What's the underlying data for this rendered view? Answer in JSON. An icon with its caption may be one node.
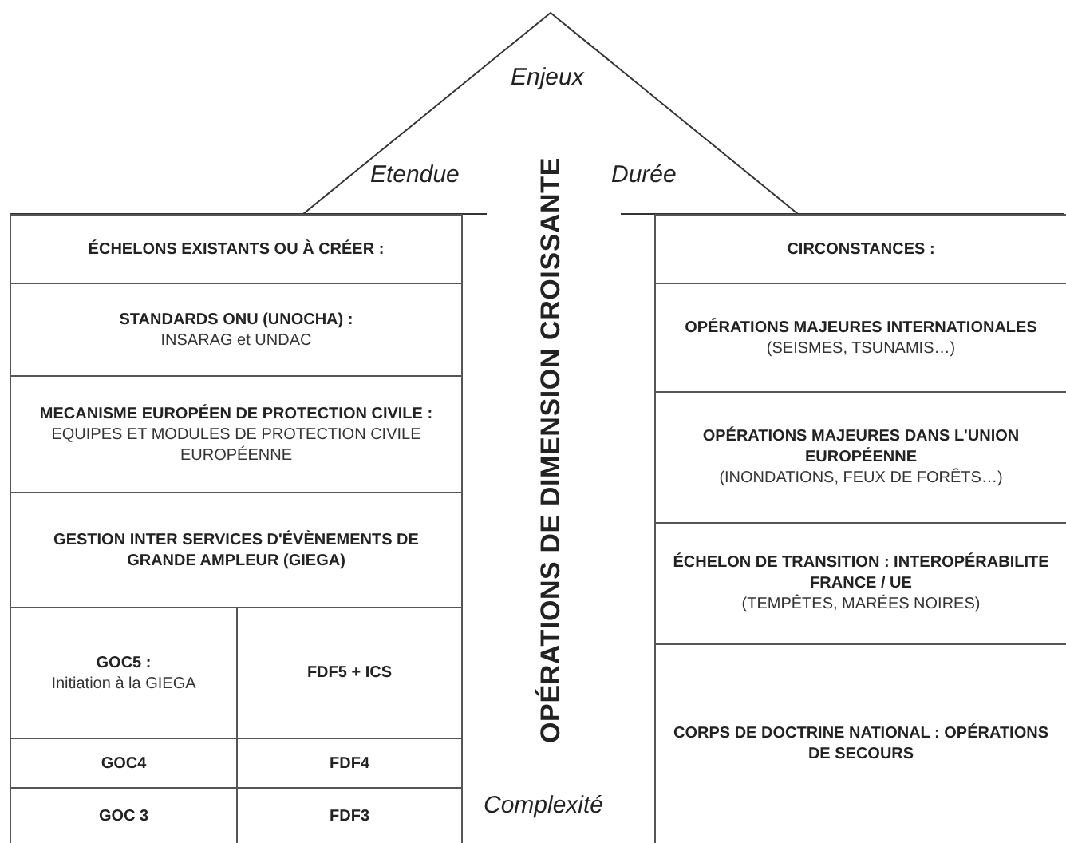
{
  "diagram": {
    "nodes": [
      {
        "text": [
          "ÉCHELONS EXISTANTS OU À CRÉER :"
        ]
      },
      {
        "text": [
          "STANDARDS ONU (UNOCHA) :",
          "INSARAG et UNDAC"
        ]
      },
      {
        "text": [
          "MECANISME EUROPÉEN DE PROTECTION CIVILE :",
          "EQUIPES ET MODULES DE PROTECTION CIVILE EUROPÉENNE"
        ]
      },
      {
        "text": [
          "GESTION INTER SERVICES D'ÉVÈNEMENTS DE GRANDE AMPLEUR (GIEGA)"
        ]
      },
      {
        "text": [
          "GOC5 :",
          "Initiation à la GIEGA"
        ]
      },
      {
        "text": [
          "FDF5 + ICS"
        ]
      },
      {
        "text": [
          "GOC4"
        ]
      },
      {
        "text": [
          "FDF4"
        ]
      },
      {
        "text": [
          "GOC 3"
        ]
      },
      {
        "text": [
          "FDF3"
        ]
      },
      {
        "text": [
          "CIRCONSTANCES :"
        ]
      },
      {
        "text": [
          "OPÉRATIONS MAJEURES INTERNATIONALES",
          "(SEISMES, TSUNAMIS…)"
        ]
      },
      {
        "text": [
          "OPÉRATIONS MAJEURES DANS L'UNION EUROPÉENNE",
          "(INONDATIONS, FEUX DE FORÊTS…)"
        ]
      },
      {
        "text": [
          "ÉCHELON DE TRANSITION : INTEROPÉRABILITE FRANCE / UE",
          "(TEMPÊTES, MARÉES NOIRES)"
        ]
      },
      {
        "text": [
          "CORPS DE DOCTRINE NATIONAL : OPÉRATIONS DE SECOURS"
        ]
      }
    ],
    "edges": [],
    "labels": [
      "Enjeux",
      "Etendue",
      "Durée",
      "OPÉRATIONS DE DIMENSION CROISSANTE",
      "Complexité"
    ]
  }
}
